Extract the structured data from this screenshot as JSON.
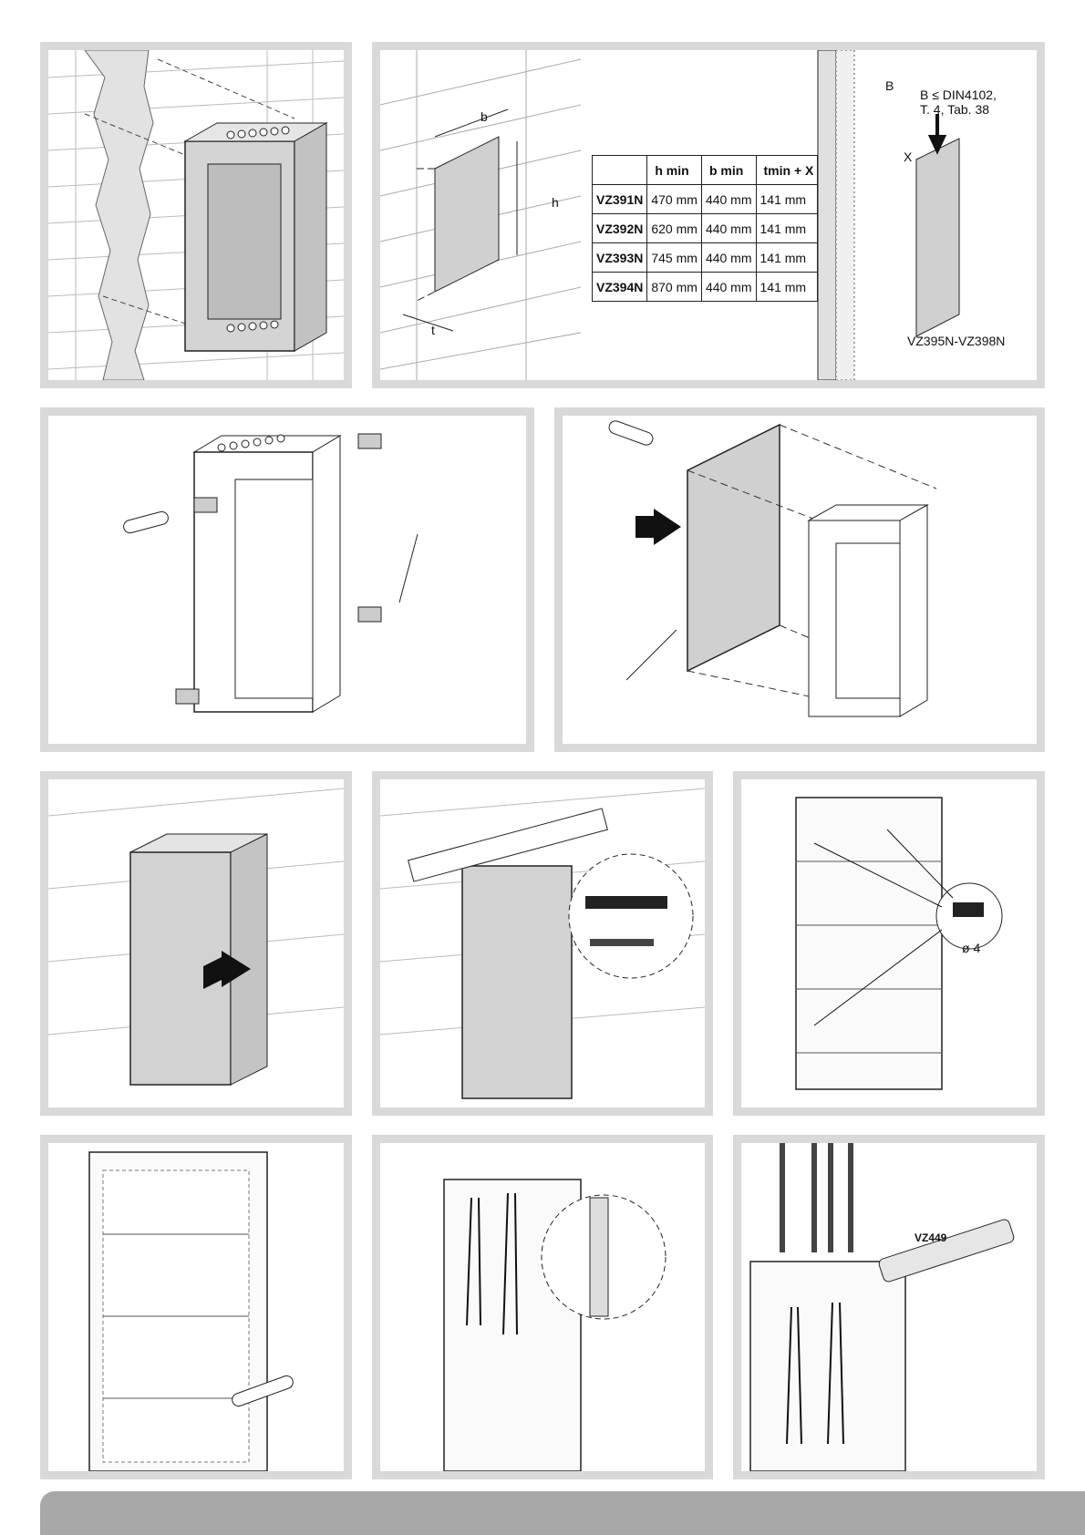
{
  "dimensions": {
    "width_label": "b",
    "height_label": "h",
    "depth_label": "t"
  },
  "spec_table": {
    "headers": [
      "",
      "h min",
      "b min",
      "tmin + X"
    ],
    "rows": [
      {
        "model": "VZ391N",
        "h_min": "470 mm",
        "b_min": "440 mm",
        "t_min_x": "141 mm"
      },
      {
        "model": "VZ392N",
        "h_min": "620 mm",
        "b_min": "440 mm",
        "t_min_x": "141 mm"
      },
      {
        "model": "VZ393N",
        "h_min": "745 mm",
        "b_min": "440 mm",
        "t_min_x": "141 mm"
      },
      {
        "model": "VZ394N",
        "h_min": "870 mm",
        "b_min": "440 mm",
        "t_min_x": "141 mm"
      }
    ]
  },
  "fire_panel": {
    "thickness_label": "B",
    "standard_line1": "B ≤ DIN4102,",
    "standard_line2": "T. 4, Tab. 38",
    "panel_label": "X",
    "accessory_range": "VZ395N-VZ398N"
  },
  "drill": {
    "diameter_label": "ø 4"
  },
  "sealant": {
    "product_label": "VZ449"
  },
  "colors": {
    "panel_border": "#d9d9d9",
    "panel_fill": "#d4d4d4",
    "line": "#222222",
    "footer_bar": "#a8a8a8"
  }
}
